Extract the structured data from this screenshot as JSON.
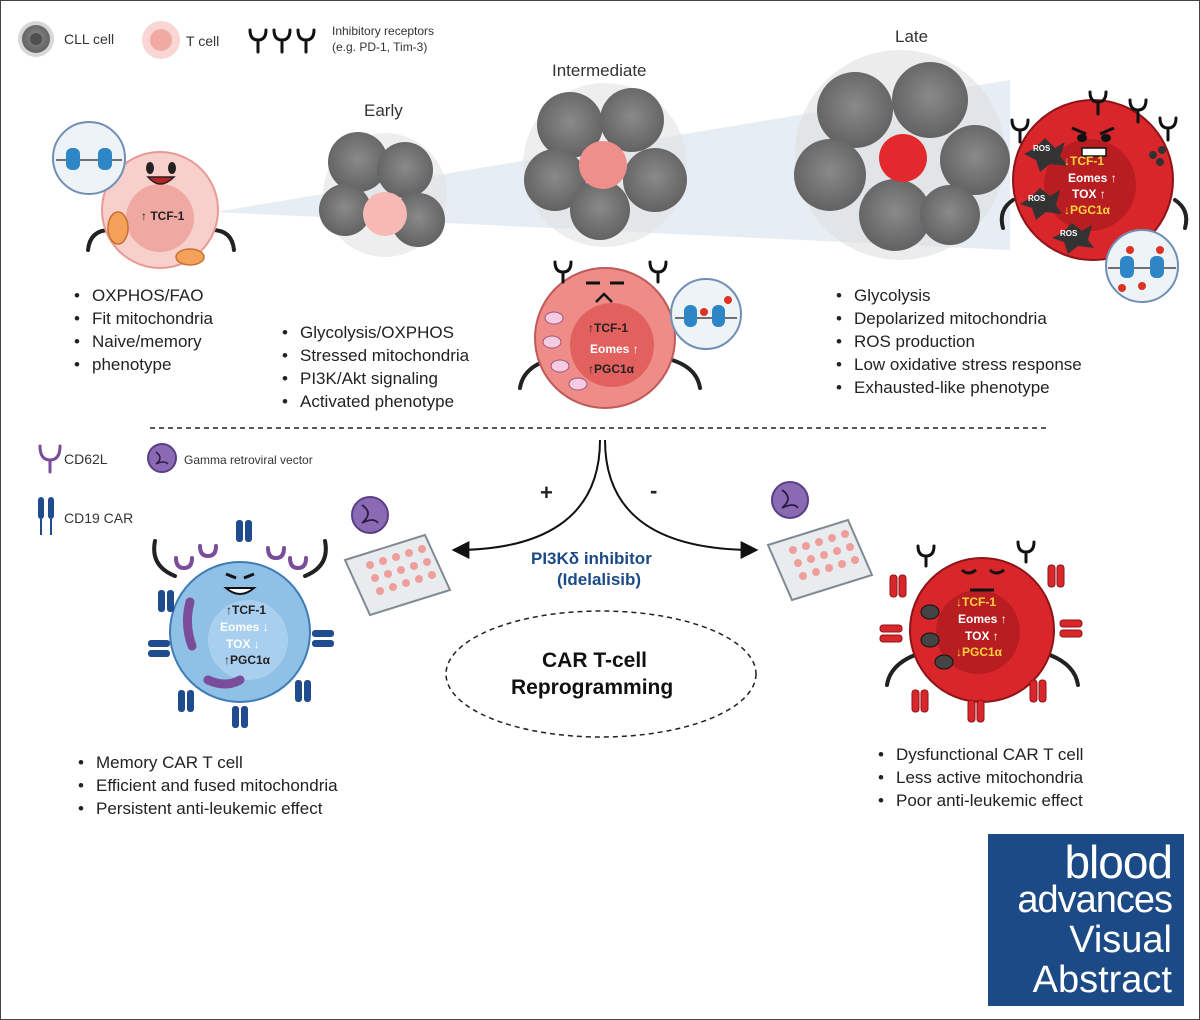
{
  "legend": {
    "cll_cell": "CLL cell",
    "t_cell": "T cell",
    "inhibitory_line1": "Inhibitory receptors",
    "inhibitory_line2": "(e.g. PD-1, Tim-3)",
    "cd62l": "CD62L",
    "vector": "Gamma retroviral vector",
    "cd19car": "CD19 CAR"
  },
  "stages": {
    "early": "Early",
    "intermediate": "Intermediate",
    "late": "Late"
  },
  "naive_cell": {
    "markers": [
      {
        "arrow": "↑",
        "label": "TCF-1"
      }
    ],
    "bullets": [
      "OXPHOS/FAO",
      "Fit mitochondria",
      "Naive/memory",
      "phenotype"
    ]
  },
  "intermediate_cell": {
    "markers": [
      {
        "arrow": "↑",
        "label": "TCF-1"
      },
      {
        "arrow": "↑",
        "label": "Eomes"
      },
      {
        "arrow": "↑",
        "label": "PGC1α"
      }
    ],
    "bullets": [
      "Glycolysis/OXPHOS",
      "Stressed mitochondria",
      "PI3K/Akt signaling",
      "Activated phenotype"
    ]
  },
  "late_cell": {
    "markers": [
      {
        "arrow": "↓",
        "label": "TCF-1"
      },
      {
        "arrow": "↑",
        "label": "Eomes"
      },
      {
        "arrow": "↑",
        "label": "TOX"
      },
      {
        "arrow": "↓",
        "label": "PGC1α"
      }
    ],
    "ros_label": "ROS",
    "bullets": [
      "Glycolysis",
      "Depolarized mitochondria",
      "ROS production",
      "Low oxidative stress response",
      "Exhausted-like phenotype"
    ]
  },
  "treatment": {
    "plus": "+",
    "minus": "-",
    "drug_line1": "PI3Kδ inhibitor",
    "drug_line2": "(Idelalisib)",
    "center_line1": "CAR T-cell",
    "center_line2": "Reprogramming"
  },
  "memory_car": {
    "markers": [
      {
        "arrow": "↑",
        "label": "TCF-1"
      },
      {
        "arrow": "↓",
        "label": "Eomes"
      },
      {
        "arrow": "↓",
        "label": "TOX"
      },
      {
        "arrow": "↑",
        "label": "PGC1α"
      }
    ],
    "bullets": [
      "Memory CAR T cell",
      "Efficient and fused mitochondria",
      "Persistent anti-leukemic effect"
    ]
  },
  "dysfunctional_car": {
    "markers": [
      {
        "arrow": "↓",
        "label": "TCF-1"
      },
      {
        "arrow": "↑",
        "label": "Eomes"
      },
      {
        "arrow": "↑",
        "label": "TOX"
      },
      {
        "arrow": "↓",
        "label": "PGC1α"
      }
    ],
    "bullets": [
      "Dysfunctional CAR T cell",
      "Less active mitochondria",
      "Poor anti-leukemic effect"
    ]
  },
  "badge": {
    "line1": "blood",
    "line2": "advances",
    "line3": "Visual",
    "line4": "Abstract"
  },
  "colors": {
    "cll": "#7a7a7a",
    "t_cell_light": "#f6c7c3",
    "t_cell_mid": "#ec8a86",
    "t_cell_exhausted": "#d9262b",
    "memory_car": "#8fc0e6",
    "car_receptor_blue": "#1f4c8f",
    "car_receptor_red": "#d9262b",
    "cd62l_purple": "#7a4d9a",
    "drug_blue": "#1b4a86",
    "badge_blue": "#1b4a86"
  }
}
